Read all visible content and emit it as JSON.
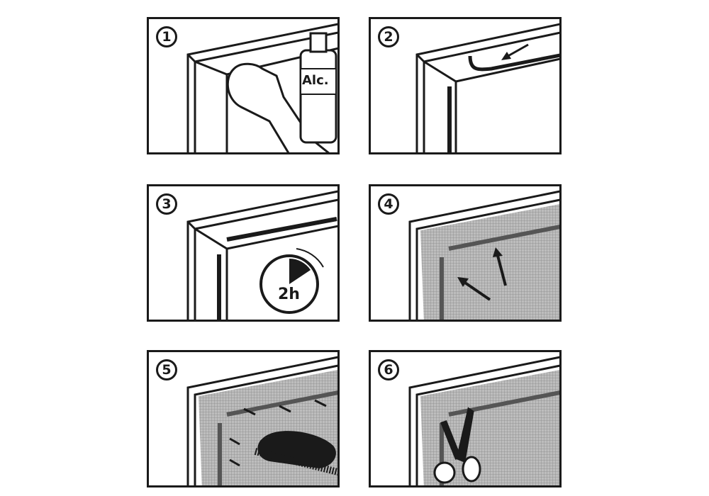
{
  "steps": [
    {
      "number": "1",
      "label": "Alc."
    },
    {
      "number": "2"
    },
    {
      "number": "3",
      "label": "2h"
    },
    {
      "number": "4"
    },
    {
      "number": "5"
    },
    {
      "number": "6"
    }
  ]
}
